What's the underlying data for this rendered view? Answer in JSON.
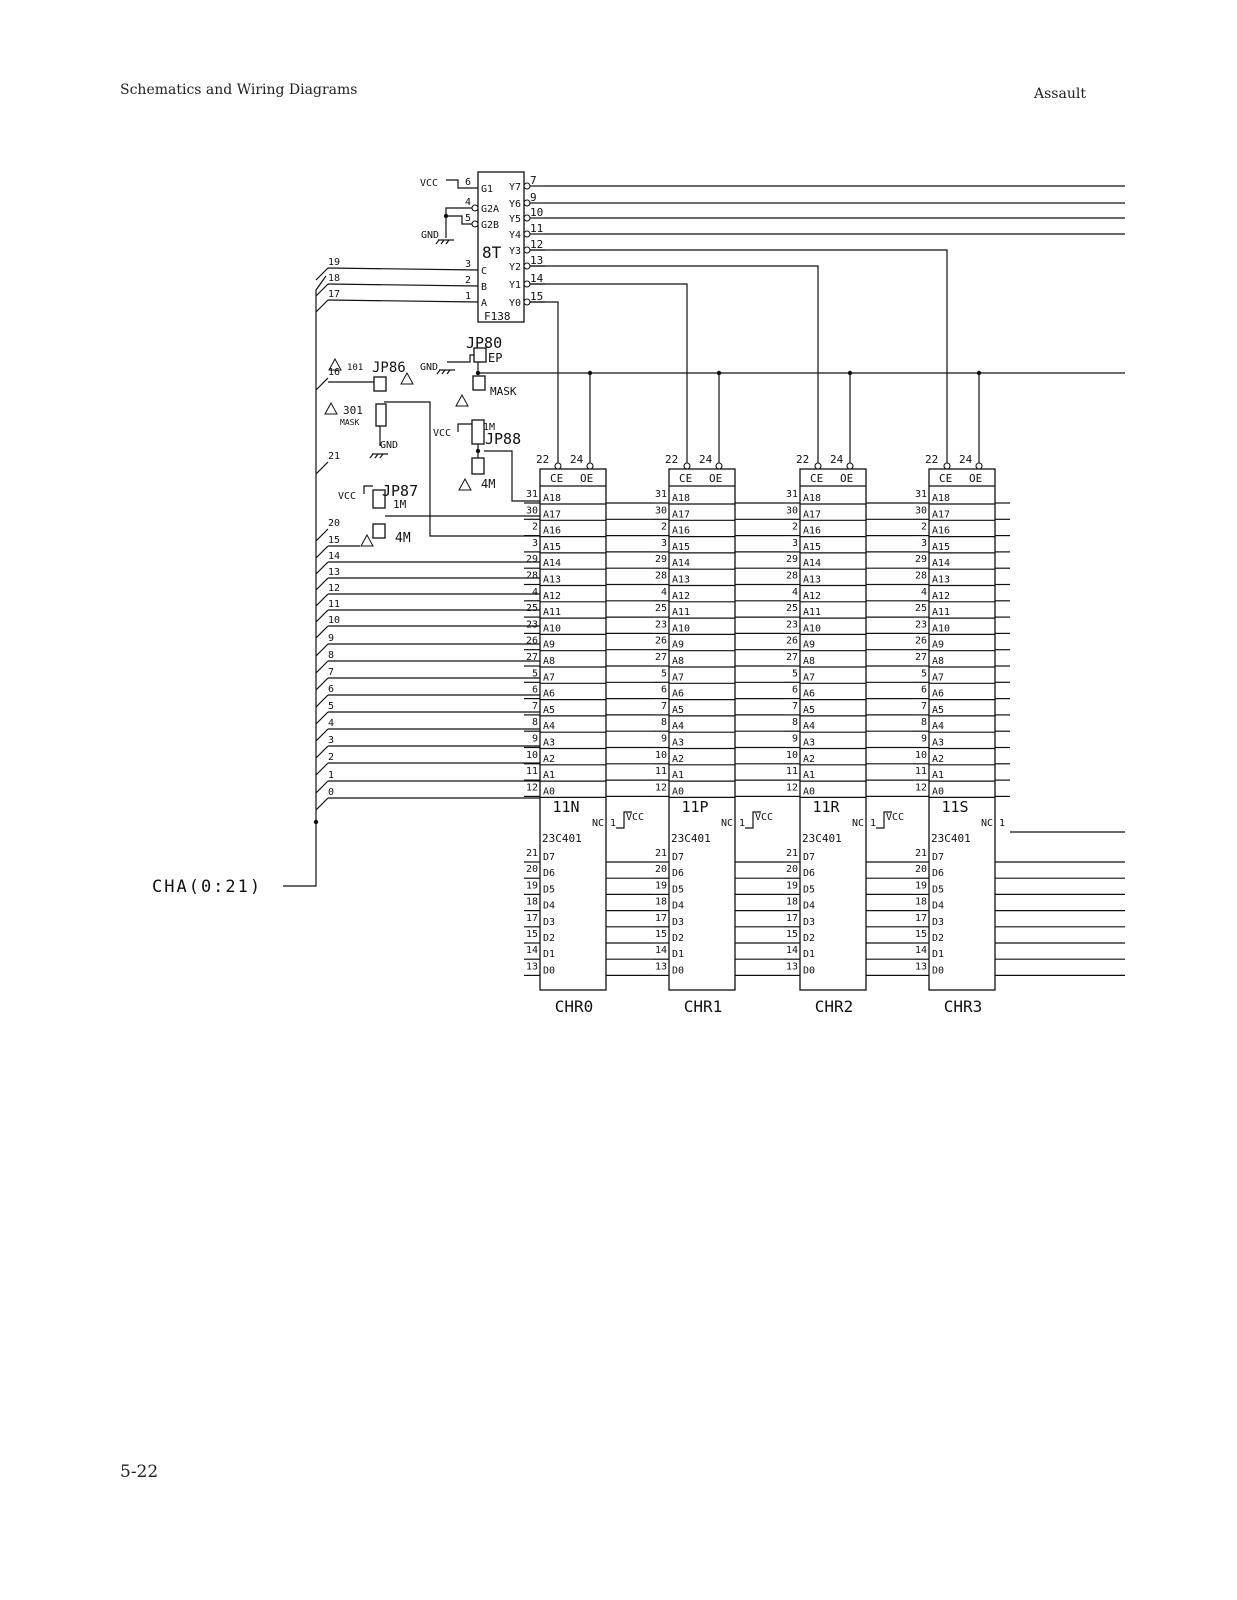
{
  "header": {
    "left": "Schematics and Wiring Diagrams",
    "right": "Assault"
  },
  "footer": {
    "page_number": "5-22"
  },
  "bus_label": "CHA(0:21)",
  "decoder": {
    "ref": "8T",
    "part": "F138",
    "inputs": [
      {
        "pin": "6",
        "name": "G1"
      },
      {
        "pin": "4",
        "name": "G2A"
      },
      {
        "pin": "5",
        "name": "G2B"
      },
      {
        "pin": "3",
        "name": "C"
      },
      {
        "pin": "2",
        "name": "B"
      },
      {
        "pin": "1",
        "name": "A"
      }
    ],
    "outputs": [
      {
        "pin": "7",
        "name": "Y7"
      },
      {
        "pin": "9",
        "name": "Y6"
      },
      {
        "pin": "10",
        "name": "Y5"
      },
      {
        "pin": "11",
        "name": "Y4"
      },
      {
        "pin": "12",
        "name": "Y3"
      },
      {
        "pin": "13",
        "name": "Y2"
      },
      {
        "pin": "14",
        "name": "Y1"
      },
      {
        "pin": "15",
        "name": "Y0"
      }
    ],
    "vcc": "VCC",
    "gnd": "GND"
  },
  "bus_taps": [
    "19",
    "18",
    "17",
    "16",
    "21",
    "20",
    "15",
    "14",
    "13",
    "12",
    "11",
    "10",
    "9",
    "8",
    "7",
    "6",
    "5",
    "4",
    "3",
    "2",
    "1",
    "0"
  ],
  "jumpers": {
    "jp80": {
      "name": "JP80",
      "label": "EP"
    },
    "jp86": {
      "name": "JP86",
      "note": "101"
    },
    "jp88": {
      "name": "JP88",
      "label_top": "1M",
      "label_bottom": "4M"
    },
    "jp87": {
      "name": "JP87",
      "label_top": "1M",
      "label_bottom": "4M"
    },
    "mask": "MASK",
    "mask_note": "301",
    "mask_note_label": "MASK",
    "vcc": "VCC",
    "gnd": "GND"
  },
  "eprom_address_pins": [
    {
      "pin": "31",
      "name": "A18"
    },
    {
      "pin": "30",
      "name": "A17"
    },
    {
      "pin": "2",
      "name": "A16"
    },
    {
      "pin": "3",
      "name": "A15"
    },
    {
      "pin": "29",
      "name": "A14"
    },
    {
      "pin": "28",
      "name": "A13"
    },
    {
      "pin": "4",
      "name": "A12"
    },
    {
      "pin": "25",
      "name": "A11"
    },
    {
      "pin": "23",
      "name": "A10"
    },
    {
      "pin": "26",
      "name": "A9"
    },
    {
      "pin": "27",
      "name": "A8"
    },
    {
      "pin": "5",
      "name": "A7"
    },
    {
      "pin": "6",
      "name": "A6"
    },
    {
      "pin": "7",
      "name": "A5"
    },
    {
      "pin": "8",
      "name": "A4"
    },
    {
      "pin": "9",
      "name": "A3"
    },
    {
      "pin": "10",
      "name": "A2"
    },
    {
      "pin": "11",
      "name": "A1"
    },
    {
      "pin": "12",
      "name": "A0"
    }
  ],
  "eprom_data_pins": [
    {
      "pin": "21",
      "name": "D7"
    },
    {
      "pin": "20",
      "name": "D6"
    },
    {
      "pin": "19",
      "name": "D5"
    },
    {
      "pin": "18",
      "name": "D4"
    },
    {
      "pin": "17",
      "name": "D3"
    },
    {
      "pin": "15",
      "name": "D2"
    },
    {
      "pin": "14",
      "name": "D1"
    },
    {
      "pin": "13",
      "name": "D0"
    }
  ],
  "eprom_ctrl": {
    "ce_pin": "22",
    "oe_pin": "24",
    "ce": "CE",
    "oe": "OE"
  },
  "eproms": [
    {
      "ref": "11N",
      "part": "23C401",
      "caption": "CHR0",
      "nc": "NC",
      "nc_pin": "1",
      "vcc": "VCC"
    },
    {
      "ref": "11P",
      "part": "23C401",
      "caption": "CHR1",
      "nc": "NC",
      "nc_pin": "1",
      "vcc": "VCC"
    },
    {
      "ref": "11R",
      "part": "23C401",
      "caption": "CHR2",
      "nc": "NC",
      "nc_pin": "1",
      "vcc": "VCC"
    },
    {
      "ref": "11S",
      "part": "23C401",
      "caption": "CHR3",
      "nc": "NC",
      "nc_pin": "1"
    }
  ]
}
